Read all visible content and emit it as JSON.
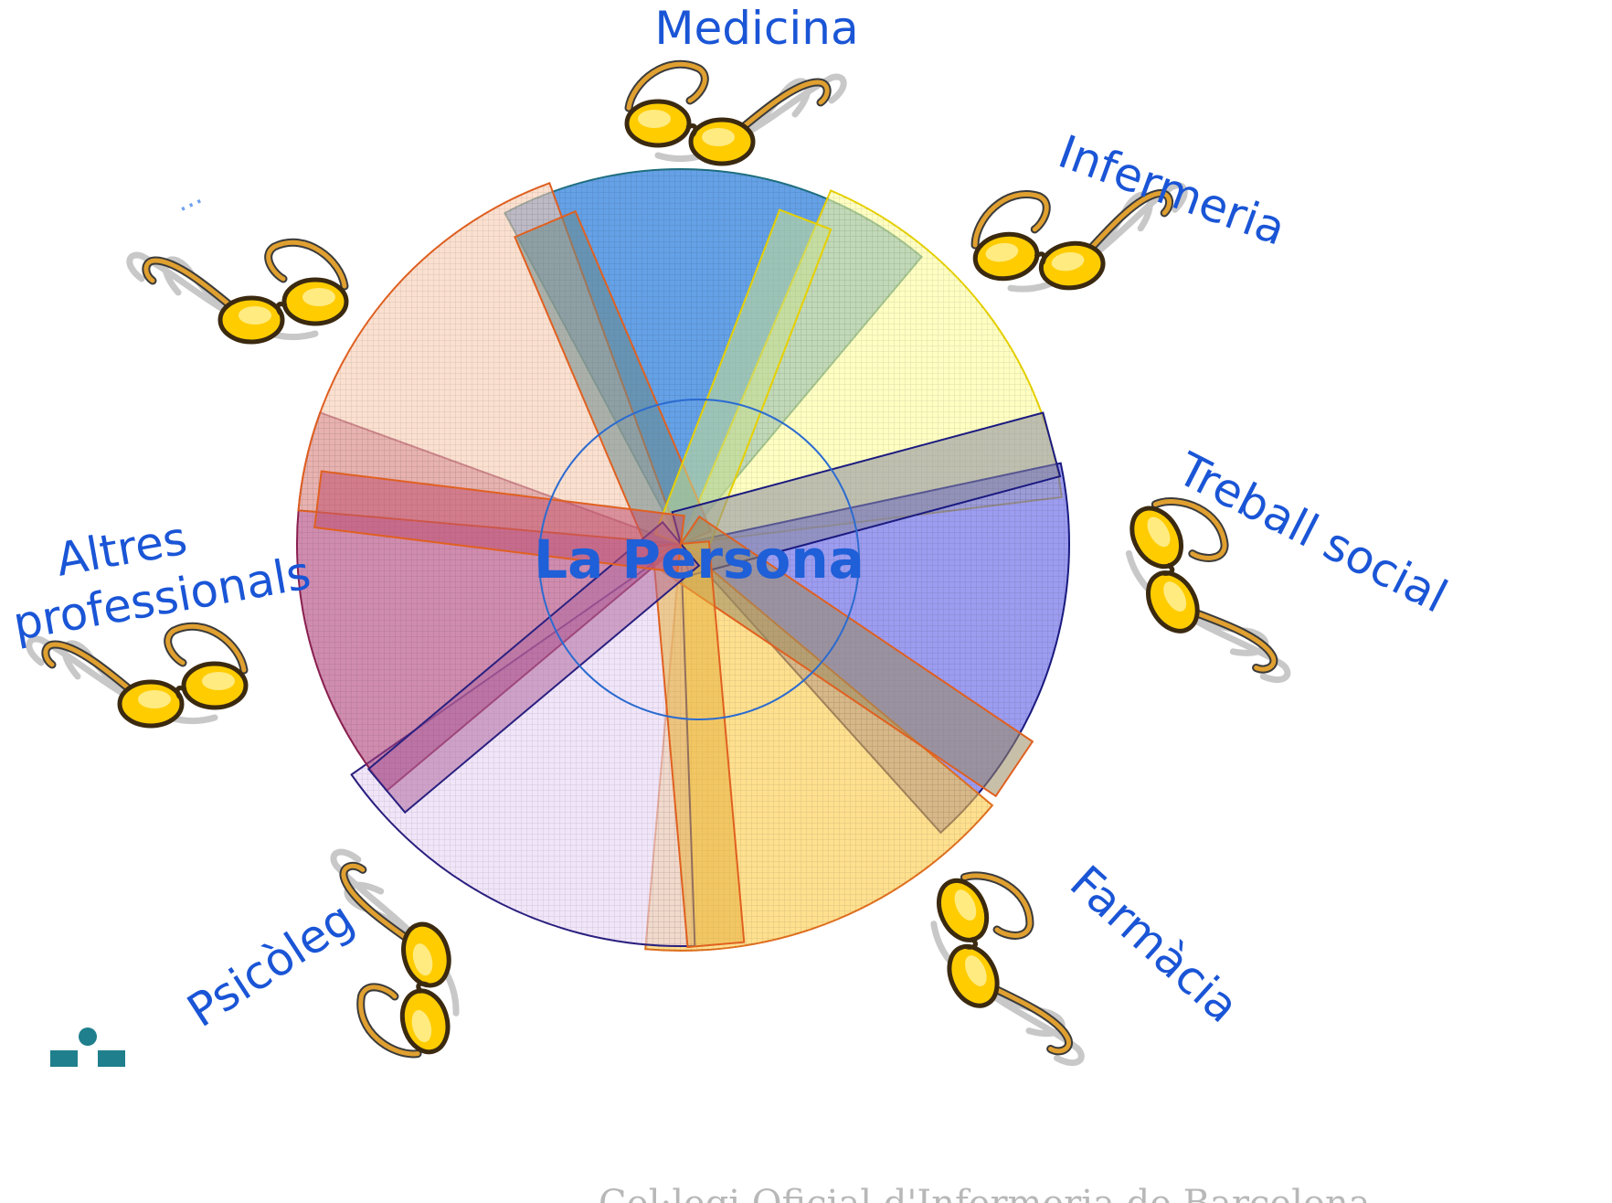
{
  "center_label": "La Persona",
  "labels": {
    "medicina": "Medicina",
    "infermeria": "Infermeria",
    "treball_social": "Treball social",
    "farmacia": "Farmàcia",
    "psicoleg": "Psicòleg",
    "altres_line1": "Altres",
    "altres_line2": "professionals",
    "ellipsis": "..."
  },
  "footer": "Col·legi Oficial d'Infermeria de Barcelona",
  "colors": {
    "medicina": "#4a90e2",
    "infermeria": "#ffff99",
    "treball_social": "#5a5ae6",
    "farmacia": "#ffcc44",
    "psicoleg": "#e8d6f5",
    "altres": "#b0407a",
    "extra": "#f8cbb0",
    "label": "#1a55d6",
    "logo": "#1f7f8c"
  },
  "icons": {
    "glasses": "glasses-icon",
    "logo": "college-logo"
  }
}
